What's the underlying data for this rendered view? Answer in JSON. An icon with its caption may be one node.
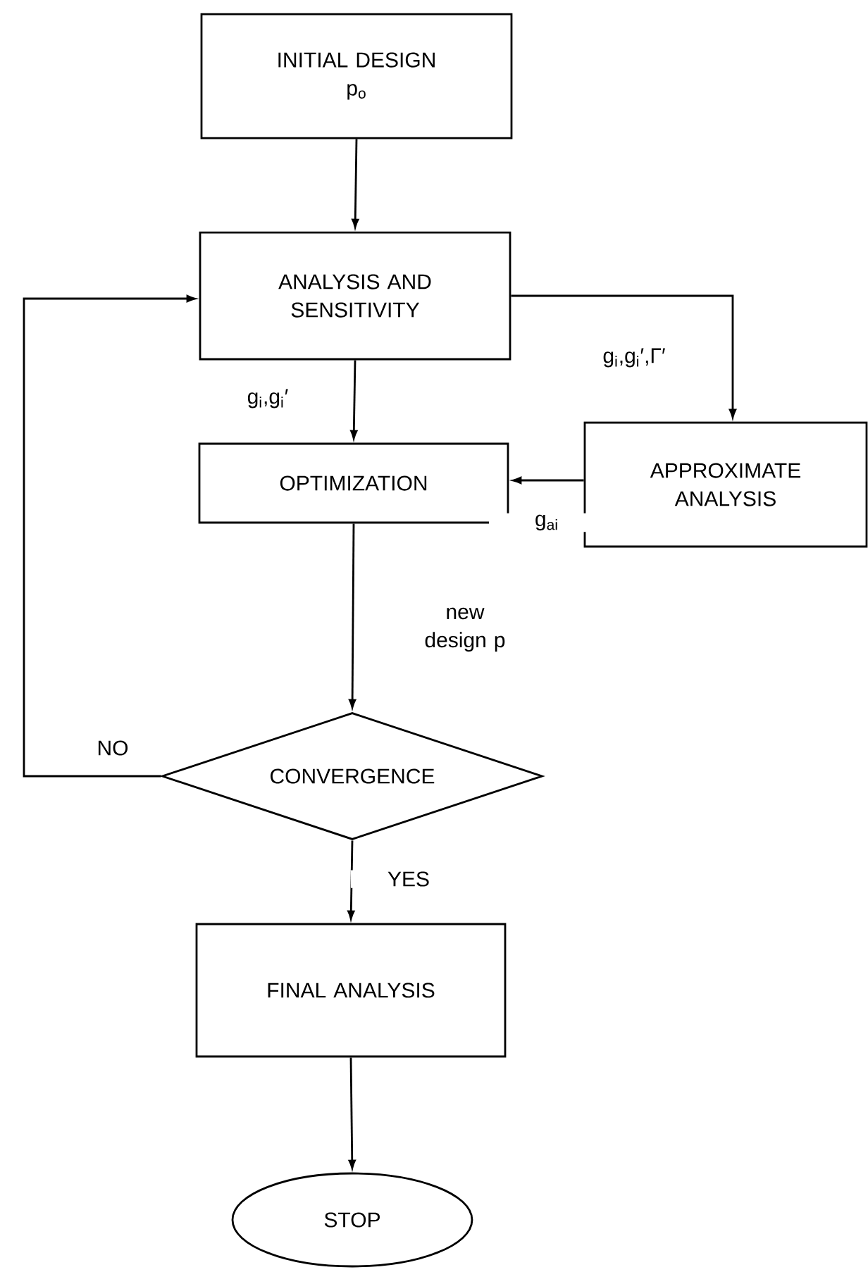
{
  "diagram": {
    "nodes": [
      {
        "text": [
          "INITIAL DESIGN",
          "p$_{o}$"
        ]
      },
      {
        "text": [
          "ANALYSIS AND SENSITIVITY"
        ]
      },
      {
        "text": [
          "OPTIMIZATION"
        ]
      },
      {
        "text": [
          "APPROXIMATE ANALYSIS"
        ]
      },
      {
        "text": [
          "CONVERGENCE"
        ]
      },
      {
        "text": [
          "FINAL ANALYSIS"
        ]
      },
      {
        "text": [
          "STOP"
        ]
      }
    ],
    "edges": [
      {
        "from": 0,
        "to": 1,
        "arrow": "to"
      },
      {
        "from": 1,
        "to": 2,
        "arrow": "to",
        "label": "g$_{i}$,g$_{i}$′"
      },
      {
        "from": 1,
        "to": 3,
        "arrow": "to",
        "label": "g$_{i}$,g$_{i}$′,Γ′"
      },
      {
        "from": 3,
        "to": 2,
        "arrow": "to",
        "label": "g$_{ai}$"
      },
      {
        "from": 2,
        "to": 4,
        "arrow": "to",
        "label": "new design p"
      },
      {
        "from": 4,
        "to": 1,
        "arrow": "to",
        "label": "NO"
      },
      {
        "from": 4,
        "to": 5,
        "arrow": "to",
        "label": "YES"
      },
      {
        "from": 5,
        "to": 6,
        "arrow": "to"
      }
    ]
  }
}
